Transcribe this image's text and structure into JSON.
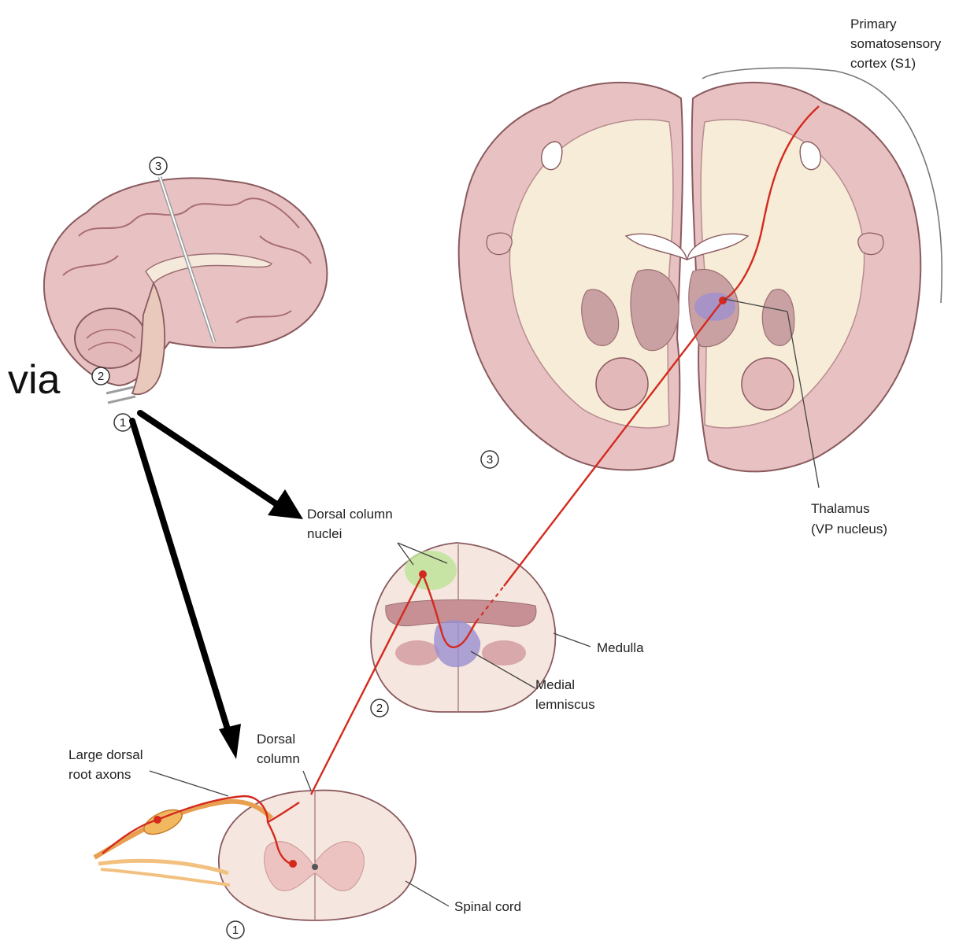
{
  "partial_text": "via",
  "labels": {
    "s1": [
      "Primary",
      "somatosensory",
      "cortex (S1)"
    ],
    "thalamus": [
      "Thalamus",
      "(VP nucleus)"
    ],
    "dorsal_column_nuclei": [
      "Dorsal column",
      "nuclei"
    ],
    "medulla": "Medulla",
    "medial_lemniscus": [
      "Medial",
      "lemniscus"
    ],
    "dorsal_column": [
      "Dorsal",
      "column"
    ],
    "large_dorsal_root_axons": [
      "Large dorsal",
      "root axons"
    ],
    "spinal_cord": "Spinal cord"
  },
  "markers": {
    "one": "1",
    "two": "2",
    "three": "3"
  },
  "colors": {
    "pathway": "#d42a1e",
    "brain_gray": "#e8c2c3",
    "white_matter": "#f6ecd8",
    "thalamus_highlight": "#9b8fd0",
    "nuclei_highlight": "#bfe39a",
    "nerve_orange": "#e8a050"
  }
}
